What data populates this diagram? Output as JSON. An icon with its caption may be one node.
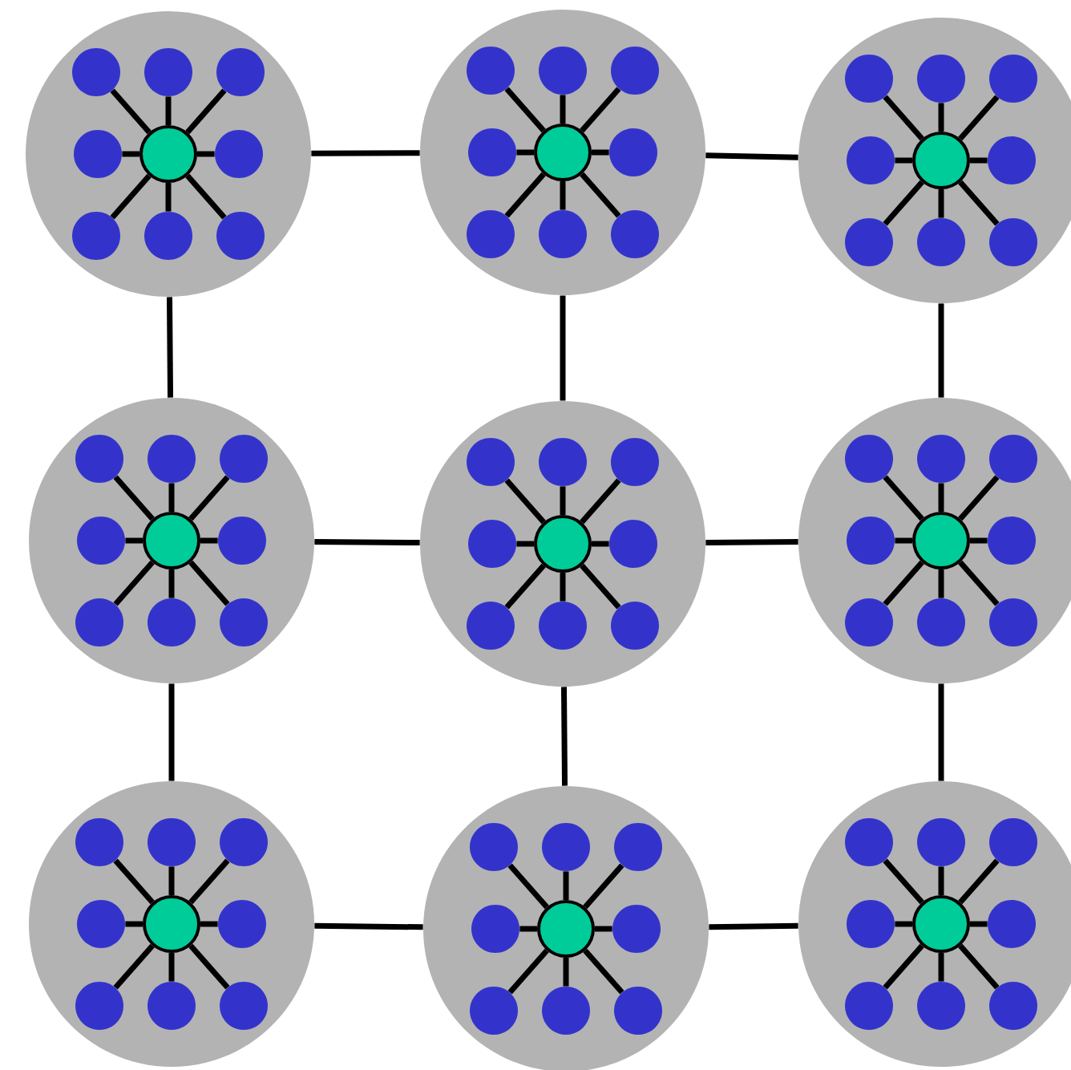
{
  "diagram": {
    "nodes": [
      {
        "text": [],
        "shape": "circle"
      },
      {
        "text": [],
        "shape": "circle",
        "in": 0
      },
      {
        "text": [],
        "shape": "circle",
        "in": 0
      },
      {
        "text": [],
        "shape": "circle",
        "in": 0
      },
      {
        "text": [],
        "shape": "circle",
        "in": 0
      },
      {
        "text": [],
        "shape": "circle",
        "in": 0
      },
      {
        "text": [],
        "shape": "circle",
        "in": 0
      },
      {
        "text": [],
        "shape": "circle",
        "in": 0
      },
      {
        "text": [],
        "shape": "circle",
        "in": 0
      },
      {
        "text": [],
        "shape": "circle",
        "in": 0
      },
      {
        "text": [],
        "shape": "circle"
      },
      {
        "text": [],
        "shape": "circle",
        "in": 10
      },
      {
        "text": [],
        "shape": "circle",
        "in": 10
      },
      {
        "text": [],
        "shape": "circle",
        "in": 10
      },
      {
        "text": [],
        "shape": "circle",
        "in": 10
      },
      {
        "text": [],
        "shape": "circle",
        "in": 10
      },
      {
        "text": [],
        "shape": "circle",
        "in": 10
      },
      {
        "text": [],
        "shape": "circle",
        "in": 10
      },
      {
        "text": [],
        "shape": "circle",
        "in": 10
      },
      {
        "text": [],
        "shape": "circle",
        "in": 10
      },
      {
        "text": [],
        "shape": "circle"
      },
      {
        "text": [],
        "shape": "circle",
        "in": 20
      },
      {
        "text": [],
        "shape": "circle",
        "in": 20
      },
      {
        "text": [],
        "shape": "circle",
        "in": 20
      },
      {
        "text": [],
        "shape": "circle",
        "in": 20
      },
      {
        "text": [],
        "shape": "circle",
        "in": 20
      },
      {
        "text": [],
        "shape": "circle",
        "in": 20
      },
      {
        "text": [],
        "shape": "circle",
        "in": 20
      },
      {
        "text": [],
        "shape": "circle",
        "in": 20
      },
      {
        "text": [],
        "shape": "circle",
        "in": 20
      },
      {
        "text": [],
        "shape": "circle"
      },
      {
        "text": [],
        "shape": "circle",
        "in": 30
      },
      {
        "text": [],
        "shape": "circle",
        "in": 30
      },
      {
        "text": [],
        "shape": "circle",
        "in": 30
      },
      {
        "text": [],
        "shape": "circle",
        "in": 30
      },
      {
        "text": [],
        "shape": "circle",
        "in": 30
      },
      {
        "text": [],
        "shape": "circle",
        "in": 30
      },
      {
        "text": [],
        "shape": "circle",
        "in": 30
      },
      {
        "text": [],
        "shape": "circle",
        "in": 30
      },
      {
        "text": [],
        "shape": "circle",
        "in": 30
      },
      {
        "text": [],
        "shape": "circle"
      },
      {
        "text": [],
        "shape": "circle",
        "in": 40
      },
      {
        "text": [],
        "shape": "circle",
        "in": 40
      },
      {
        "text": [],
        "shape": "circle",
        "in": 40
      },
      {
        "text": [],
        "shape": "circle",
        "in": 40
      },
      {
        "text": [],
        "shape": "circle",
        "in": 40
      },
      {
        "text": [],
        "shape": "circle",
        "in": 40
      },
      {
        "text": [],
        "shape": "circle",
        "in": 40
      },
      {
        "text": [],
        "shape": "circle",
        "in": 40
      },
      {
        "text": [],
        "shape": "circle",
        "in": 40
      },
      {
        "text": [],
        "shape": "circle"
      },
      {
        "text": [],
        "shape": "circle",
        "in": 50
      },
      {
        "text": [],
        "shape": "circle",
        "in": 50
      },
      {
        "text": [],
        "shape": "circle",
        "in": 50
      },
      {
        "text": [],
        "shape": "circle",
        "in": 50
      },
      {
        "text": [],
        "shape": "circle",
        "in": 50
      },
      {
        "text": [],
        "shape": "circle",
        "in": 50
      },
      {
        "text": [],
        "shape": "circle",
        "in": 50
      },
      {
        "text": [],
        "shape": "circle",
        "in": 50
      },
      {
        "text": [],
        "shape": "circle",
        "in": 50
      },
      {
        "text": [],
        "shape": "circle"
      },
      {
        "text": [],
        "shape": "circle",
        "in": 60
      },
      {
        "text": [],
        "shape": "circle",
        "in": 60
      },
      {
        "text": [],
        "shape": "circle",
        "in": 60
      },
      {
        "text": [],
        "shape": "circle",
        "in": 60
      },
      {
        "text": [],
        "shape": "circle",
        "in": 60
      },
      {
        "text": [],
        "shape": "circle",
        "in": 60
      },
      {
        "text": [],
        "shape": "circle",
        "in": 60
      },
      {
        "text": [],
        "shape": "circle",
        "in": 60
      },
      {
        "text": [],
        "shape": "circle",
        "in": 60
      },
      {
        "text": [],
        "shape": "circle"
      },
      {
        "text": [],
        "shape": "circle",
        "in": 70
      },
      {
        "text": [],
        "shape": "circle",
        "in": 70
      },
      {
        "text": [],
        "shape": "circle",
        "in": 70
      },
      {
        "text": [],
        "shape": "circle",
        "in": 70
      },
      {
        "text": [],
        "shape": "circle",
        "in": 70
      },
      {
        "text": [],
        "shape": "circle",
        "in": 70
      },
      {
        "text": [],
        "shape": "circle",
        "in": 70
      },
      {
        "text": [],
        "shape": "circle",
        "in": 70
      },
      {
        "text": [],
        "shape": "circle",
        "in": 70
      },
      {
        "text": [],
        "shape": "circle"
      },
      {
        "text": [],
        "shape": "circle",
        "in": 80
      },
      {
        "text": [],
        "shape": "circle",
        "in": 80
      },
      {
        "text": [],
        "shape": "circle",
        "in": 80
      },
      {
        "text": [],
        "shape": "circle",
        "in": 80
      },
      {
        "text": [],
        "shape": "circle",
        "in": 80
      },
      {
        "text": [],
        "shape": "circle",
        "in": 80
      },
      {
        "text": [],
        "shape": "circle",
        "in": 80
      },
      {
        "text": [],
        "shape": "circle",
        "in": 80
      },
      {
        "text": [],
        "shape": "circle",
        "in": 80
      }
    ],
    "edges": [
      {
        "from": 0,
        "to": 10,
        "arrow": "none"
      },
      {
        "from": 10,
        "to": 20,
        "arrow": "none"
      },
      {
        "from": 0,
        "to": 30,
        "arrow": "none"
      },
      {
        "from": 10,
        "to": 40,
        "arrow": "none"
      },
      {
        "from": 20,
        "to": 50,
        "arrow": "none"
      },
      {
        "from": 30,
        "to": 40,
        "arrow": "none"
      },
      {
        "from": 40,
        "to": 50,
        "arrow": "none"
      },
      {
        "from": 30,
        "to": 60,
        "arrow": "none"
      },
      {
        "from": 40,
        "to": 70,
        "arrow": "none"
      },
      {
        "from": 50,
        "to": 80,
        "arrow": "none"
      },
      {
        "from": 60,
        "to": 70,
        "arrow": "none"
      },
      {
        "from": 70,
        "to": 80,
        "arrow": "none"
      },
      {
        "from": 1,
        "to": 2,
        "arrow": "none"
      },
      {
        "from": 1,
        "to": 3,
        "arrow": "none"
      },
      {
        "from": 1,
        "to": 4,
        "arrow": "none"
      },
      {
        "from": 1,
        "to": 5,
        "arrow": "none"
      },
      {
        "from": 1,
        "to": 6,
        "arrow": "none"
      },
      {
        "from": 1,
        "to": 7,
        "arrow": "none"
      },
      {
        "from": 1,
        "to": 8,
        "arrow": "none"
      },
      {
        "from": 1,
        "to": 9,
        "arrow": "none"
      },
      {
        "from": 11,
        "to": 12,
        "arrow": "none"
      },
      {
        "from": 11,
        "to": 13,
        "arrow": "none"
      },
      {
        "from": 11,
        "to": 14,
        "arrow": "none"
      },
      {
        "from": 11,
        "to": 15,
        "arrow": "none"
      },
      {
        "from": 11,
        "to": 16,
        "arrow": "none"
      },
      {
        "from": 11,
        "to": 17,
        "arrow": "none"
      },
      {
        "from": 11,
        "to": 18,
        "arrow": "none"
      },
      {
        "from": 11,
        "to": 19,
        "arrow": "none"
      },
      {
        "from": 21,
        "to": 22,
        "arrow": "none"
      },
      {
        "from": 21,
        "to": 23,
        "arrow": "none"
      },
      {
        "from": 21,
        "to": 24,
        "arrow": "none"
      },
      {
        "from": 21,
        "to": 25,
        "arrow": "none"
      },
      {
        "from": 21,
        "to": 26,
        "arrow": "none"
      },
      {
        "from": 21,
        "to": 27,
        "arrow": "none"
      },
      {
        "from": 21,
        "to": 28,
        "arrow": "none"
      },
      {
        "from": 21,
        "to": 29,
        "arrow": "none"
      },
      {
        "from": 31,
        "to": 32,
        "arrow": "none"
      },
      {
        "from": 31,
        "to": 33,
        "arrow": "none"
      },
      {
        "from": 31,
        "to": 34,
        "arrow": "none"
      },
      {
        "from": 31,
        "to": 35,
        "arrow": "none"
      },
      {
        "from": 31,
        "to": 36,
        "arrow": "none"
      },
      {
        "from": 31,
        "to": 37,
        "arrow": "none"
      },
      {
        "from": 31,
        "to": 38,
        "arrow": "none"
      },
      {
        "from": 31,
        "to": 39,
        "arrow": "none"
      },
      {
        "from": 41,
        "to": 42,
        "arrow": "none"
      },
      {
        "from": 41,
        "to": 43,
        "arrow": "none"
      },
      {
        "from": 41,
        "to": 44,
        "arrow": "none"
      },
      {
        "from": 41,
        "to": 45,
        "arrow": "none"
      },
      {
        "from": 41,
        "to": 46,
        "arrow": "none"
      },
      {
        "from": 41,
        "to": 47,
        "arrow": "none"
      },
      {
        "from": 41,
        "to": 48,
        "arrow": "none"
      },
      {
        "from": 41,
        "to": 49,
        "arrow": "none"
      },
      {
        "from": 51,
        "to": 52,
        "arrow": "none"
      },
      {
        "from": 51,
        "to": 53,
        "arrow": "none"
      },
      {
        "from": 51,
        "to": 54,
        "arrow": "none"
      },
      {
        "from": 51,
        "to": 55,
        "arrow": "none"
      },
      {
        "from": 51,
        "to": 56,
        "arrow": "none"
      },
      {
        "from": 51,
        "to": 57,
        "arrow": "none"
      },
      {
        "from": 51,
        "to": 58,
        "arrow": "none"
      },
      {
        "from": 51,
        "to": 59,
        "arrow": "none"
      },
      {
        "from": 61,
        "to": 62,
        "arrow": "none"
      },
      {
        "from": 61,
        "to": 63,
        "arrow": "none"
      },
      {
        "from": 61,
        "to": 64,
        "arrow": "none"
      },
      {
        "from": 61,
        "to": 65,
        "arrow": "none"
      },
      {
        "from": 61,
        "to": 66,
        "arrow": "none"
      },
      {
        "from": 61,
        "to": 67,
        "arrow": "none"
      },
      {
        "from": 61,
        "to": 68,
        "arrow": "none"
      },
      {
        "from": 61,
        "to": 69,
        "arrow": "none"
      },
      {
        "from": 71,
        "to": 72,
        "arrow": "none"
      },
      {
        "from": 71,
        "to": 73,
        "arrow": "none"
      },
      {
        "from": 71,
        "to": 74,
        "arrow": "none"
      },
      {
        "from": 71,
        "to": 75,
        "arrow": "none"
      },
      {
        "from": 71,
        "to": 76,
        "arrow": "none"
      },
      {
        "from": 71,
        "to": 77,
        "arrow": "none"
      },
      {
        "from": 71,
        "to": 78,
        "arrow": "none"
      },
      {
        "from": 71,
        "to": 79,
        "arrow": "none"
      },
      {
        "from": 81,
        "to": 82,
        "arrow": "none"
      },
      {
        "from": 81,
        "to": 83,
        "arrow": "none"
      },
      {
        "from": 81,
        "to": 84,
        "arrow": "none"
      },
      {
        "from": 81,
        "to": 85,
        "arrow": "none"
      },
      {
        "from": 81,
        "to": 86,
        "arrow": "none"
      },
      {
        "from": 81,
        "to": 87,
        "arrow": "none"
      },
      {
        "from": 81,
        "to": 88,
        "arrow": "none"
      },
      {
        "from": 81,
        "to": 89,
        "arrow": "none"
      }
    ]
  }
}
